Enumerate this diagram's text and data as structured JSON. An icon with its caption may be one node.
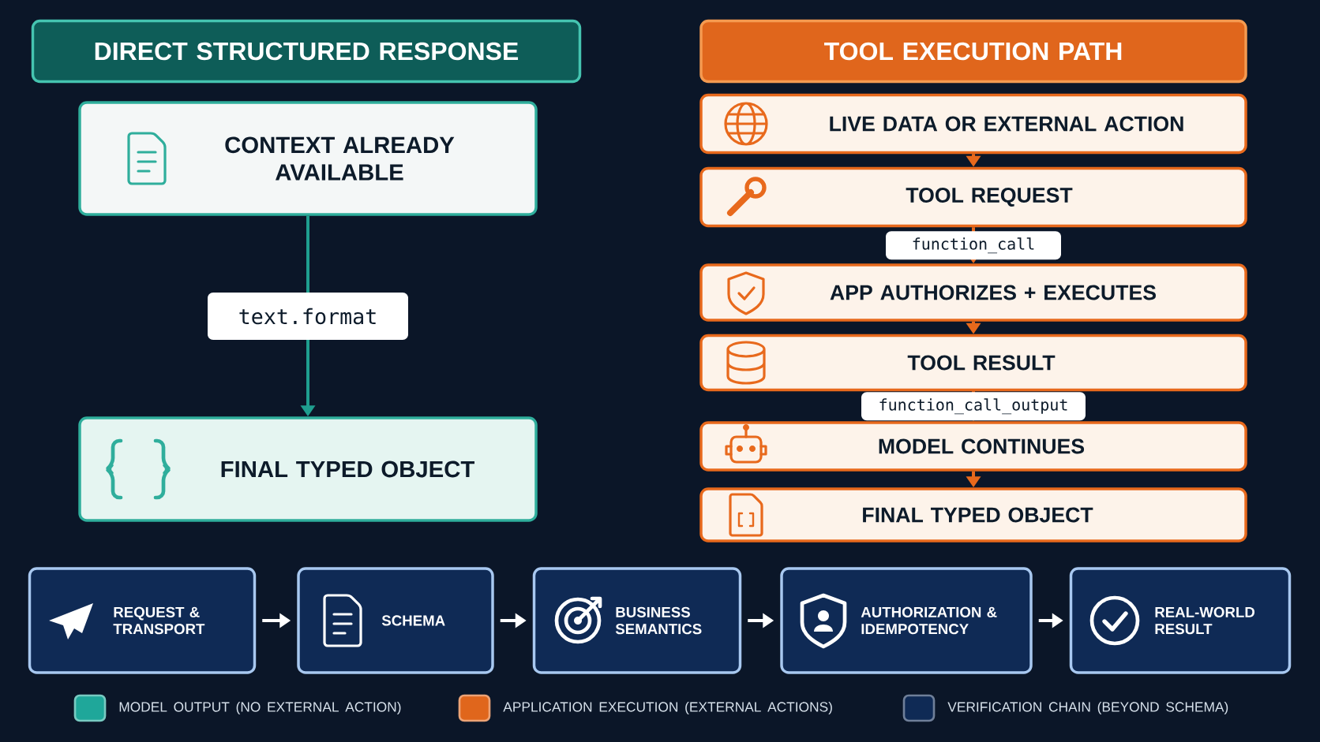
{
  "diagram": {
    "nodes": [
      {
        "text": [
          "DIRECT STRUCTURED RESPONSE"
        ]
      },
      {
        "text": [
          "CONTEXT ALREADY AVAILABLE"
        ]
      },
      {
        "text": [
          "FINAL TYPED OBJECT"
        ]
      },
      {
        "text": [
          "TOOL EXECUTION PATH"
        ]
      },
      {
        "text": [
          "LIVE DATA OR EXTERNAL ACTION"
        ]
      },
      {
        "text": [
          "TOOL REQUEST"
        ]
      },
      {
        "text": [
          "APP AUTHORIZES + EXECUTES"
        ]
      },
      {
        "text": [
          "TOOL RESULT"
        ]
      },
      {
        "text": [
          "MODEL CONTINUES"
        ]
      },
      {
        "text": [
          "FINAL TYPED OBJECT"
        ]
      },
      {
        "text": [
          "REQUEST & TRANSPORT"
        ]
      },
      {
        "text": [
          "SCHEMA"
        ]
      },
      {
        "text": [
          "BUSINESS SEMANTICS"
        ]
      },
      {
        "text": [
          "AUTHORIZATION & IDEMPOTENCY"
        ]
      },
      {
        "text": [
          "REAL-WORLD RESULT"
        ]
      }
    ],
    "edges": [
      {
        "from": 1,
        "to": 2,
        "arrow": "to",
        "label": "text.format",
        "color": "#1f9e8f"
      },
      {
        "from": 4,
        "to": 5,
        "arrow": "to",
        "color": "#e8691c"
      },
      {
        "from": 5,
        "to": 6,
        "arrow": "to",
        "label": "function_call",
        "color": "#e8691c"
      },
      {
        "from": 6,
        "to": 7,
        "arrow": "to",
        "color": "#e8691c"
      },
      {
        "from": 7,
        "to": 8,
        "arrow": "to",
        "label": "function_call_output",
        "color": "#e8691c"
      },
      {
        "from": 8,
        "to": 9,
        "arrow": "to",
        "color": "#e8691c"
      },
      {
        "from": 10,
        "to": 11,
        "arrow": "to",
        "color": "#ffffff"
      },
      {
        "from": 11,
        "to": 12,
        "arrow": "to",
        "color": "#ffffff"
      },
      {
        "from": 12,
        "to": 13,
        "arrow": "to",
        "color": "#ffffff"
      },
      {
        "from": 13,
        "to": 14,
        "arrow": "to",
        "color": "#ffffff"
      }
    ],
    "legend": [
      {
        "text": "MODEL OUTPUT (NO EXTERNAL ACTION)",
        "color": "#1fa79a"
      },
      {
        "text": "APPLICATION EXECUTION (EXTERNAL ACTIONS)",
        "color": "#e0661c"
      },
      {
        "text": "VERIFICATION CHAIN (BEYOND SCHEMA)",
        "color": "#0f2a55"
      }
    ]
  }
}
